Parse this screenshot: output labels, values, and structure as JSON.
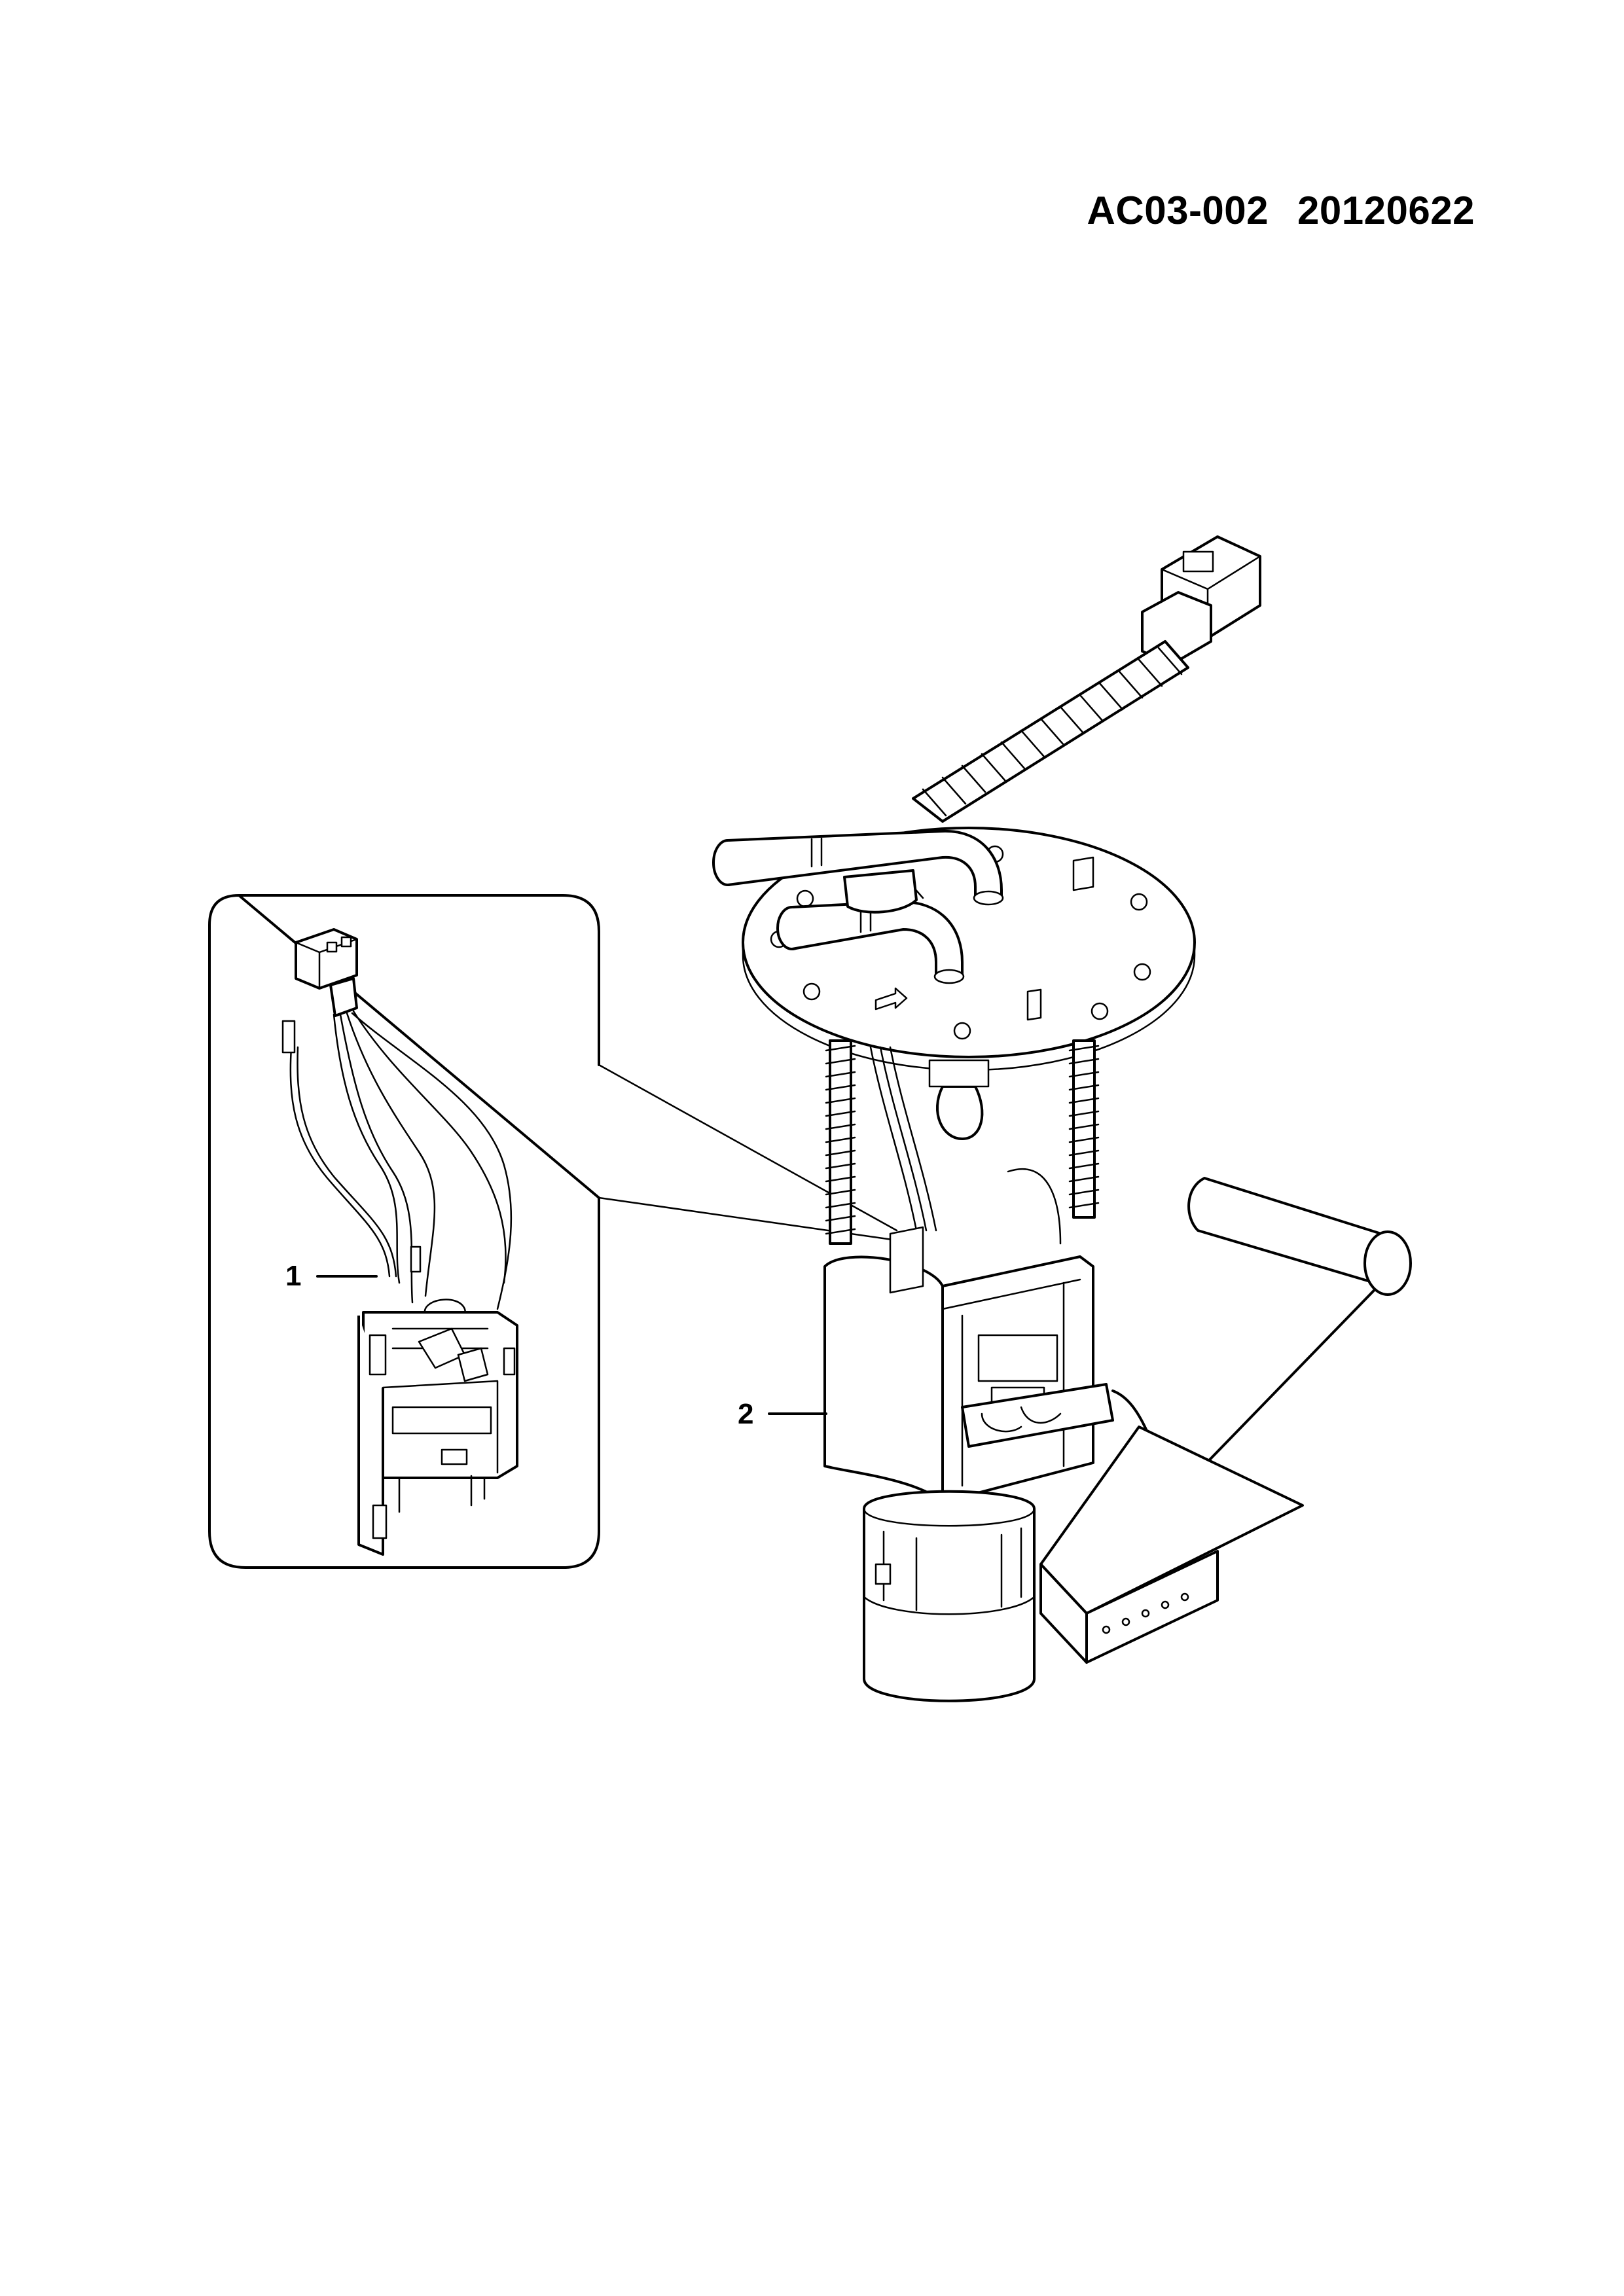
{
  "header": {
    "part_code": "AC03-002",
    "date_code": "20120622"
  },
  "callouts": [
    {
      "number": "1"
    },
    {
      "number": "2"
    }
  ]
}
